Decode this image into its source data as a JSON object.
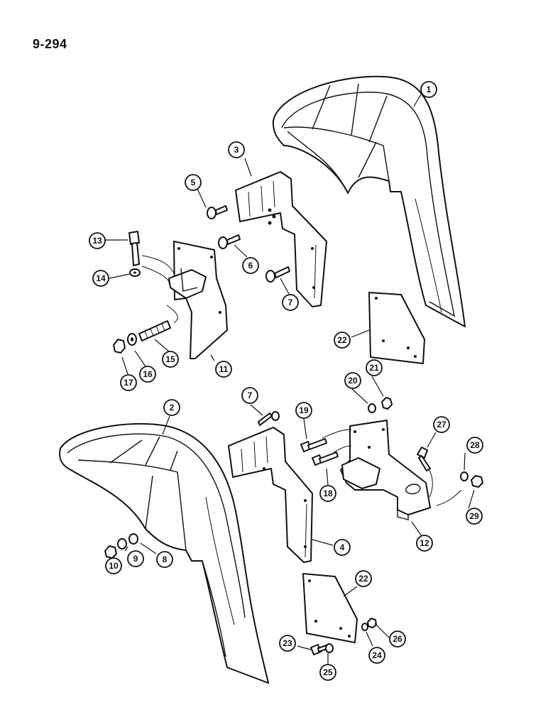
{
  "page_number": "9-294",
  "callouts": [
    {
      "id": "c1",
      "label": "1"
    },
    {
      "id": "c2",
      "label": "2"
    },
    {
      "id": "c3",
      "label": "3"
    },
    {
      "id": "c4",
      "label": "4"
    },
    {
      "id": "c5",
      "label": "5"
    },
    {
      "id": "c6",
      "label": "6"
    },
    {
      "id": "c7a",
      "label": "7"
    },
    {
      "id": "c7b",
      "label": "7"
    },
    {
      "id": "c8",
      "label": "8"
    },
    {
      "id": "c9",
      "label": "9"
    },
    {
      "id": "c10",
      "label": "10"
    },
    {
      "id": "c11",
      "label": "11"
    },
    {
      "id": "c12",
      "label": "12"
    },
    {
      "id": "c13",
      "label": "13"
    },
    {
      "id": "c14",
      "label": "14"
    },
    {
      "id": "c15",
      "label": "15"
    },
    {
      "id": "c16",
      "label": "16"
    },
    {
      "id": "c17",
      "label": "17"
    },
    {
      "id": "c18",
      "label": "18"
    },
    {
      "id": "c19",
      "label": "19"
    },
    {
      "id": "c20",
      "label": "20"
    },
    {
      "id": "c21",
      "label": "21"
    },
    {
      "id": "c22a",
      "label": "22"
    },
    {
      "id": "c22b",
      "label": "22"
    },
    {
      "id": "c23",
      "label": "23"
    },
    {
      "id": "c24",
      "label": "24"
    },
    {
      "id": "c25",
      "label": "25"
    },
    {
      "id": "c26",
      "label": "26"
    },
    {
      "id": "c27",
      "label": "27"
    },
    {
      "id": "c28",
      "label": "28"
    },
    {
      "id": "c29",
      "label": "29"
    }
  ]
}
